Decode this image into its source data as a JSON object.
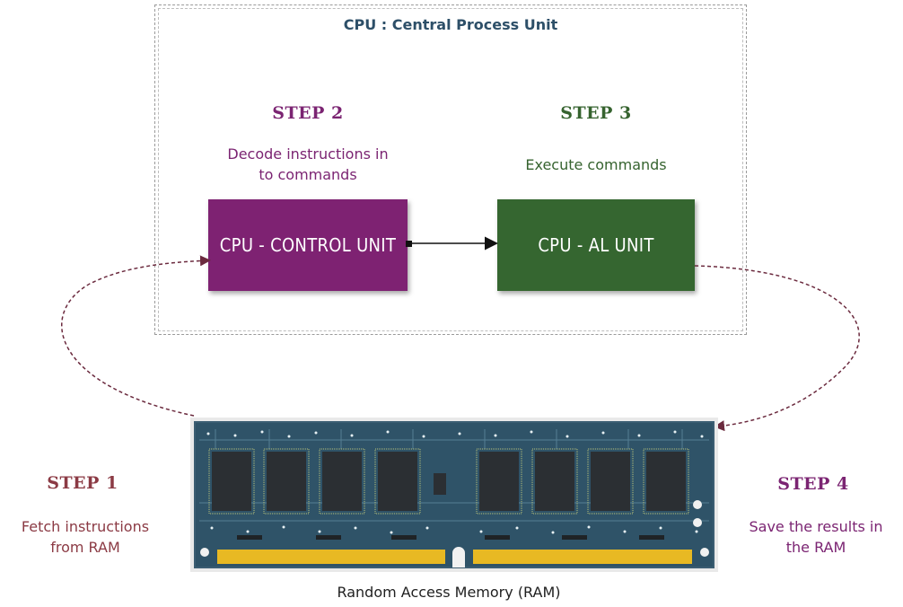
{
  "cpu": {
    "title": "CPU : Central Process Unit"
  },
  "steps": [
    {
      "title": "STEP 1",
      "description_line1": "Fetch instructions",
      "description_line2": "from RAM"
    },
    {
      "title": "STEP 2",
      "description_line1": "Decode instructions in",
      "description_line2": "to commands"
    },
    {
      "title": "STEP 3",
      "description_line1": "Execute commands",
      "description_line2": ""
    },
    {
      "title": "STEP 4",
      "description_line1": "Save the results in",
      "description_line2": "the RAM"
    }
  ],
  "units": {
    "control_unit": "CPU - CONTROL UNIT",
    "al_unit": "CPU - AL UNIT"
  },
  "ram": {
    "label": "Random Access Memory (RAM)"
  },
  "colors": {
    "control_unit": "#7e2272",
    "al_unit": "#356630",
    "step2_text": "#7b2472",
    "step3_text": "#36632f",
    "step1_4_title": "#8b3a44",
    "ram_pcb": "#2f4f66",
    "ram_gold": "#e8b923",
    "dashed_loop": "#6b2a3e"
  }
}
